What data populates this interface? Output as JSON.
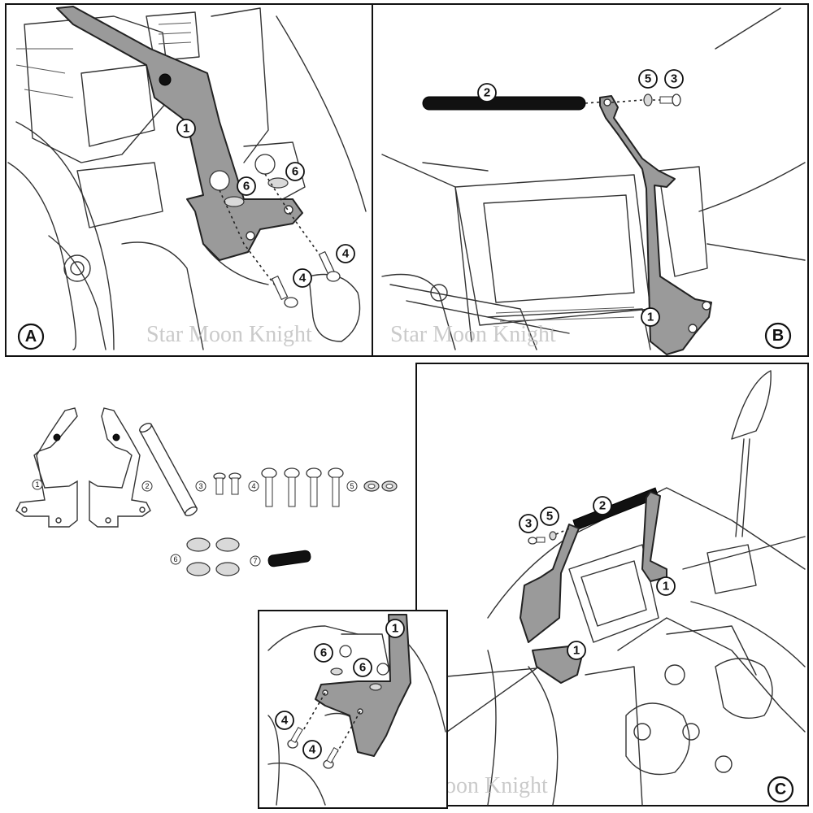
{
  "panels": {
    "A": {
      "label": "A",
      "callouts": [
        "1",
        "6",
        "6",
        "4",
        "4"
      ]
    },
    "B": {
      "label": "B",
      "callouts": [
        "2",
        "5",
        "3",
        "1"
      ]
    },
    "C": {
      "label": "C",
      "callouts": [
        "2",
        "3",
        "5",
        "1",
        "1"
      ]
    },
    "C_inset": {
      "callouts": [
        "1",
        "6",
        "6",
        "4",
        "4"
      ]
    }
  },
  "parts_list": {
    "items": [
      {
        "number": "1",
        "name": "bracket-pair-icon"
      },
      {
        "number": "2",
        "name": "crossbar-tube-icon"
      },
      {
        "number": "3",
        "name": "short-screw-icon"
      },
      {
        "number": "4",
        "name": "long-bolt-icon"
      },
      {
        "number": "5",
        "name": "washer-icon"
      },
      {
        "number": "6",
        "name": "spacer-pad-icon"
      },
      {
        "number": "7",
        "name": "rubber-sleeve-icon"
      }
    ]
  },
  "watermarks": [
    "Star Moon Knight",
    "Star Moon Knight",
    "Star Moon Knight"
  ],
  "colors": {
    "bracket": "#9a9a9a",
    "rubber": "#111111",
    "line": "#222222"
  }
}
